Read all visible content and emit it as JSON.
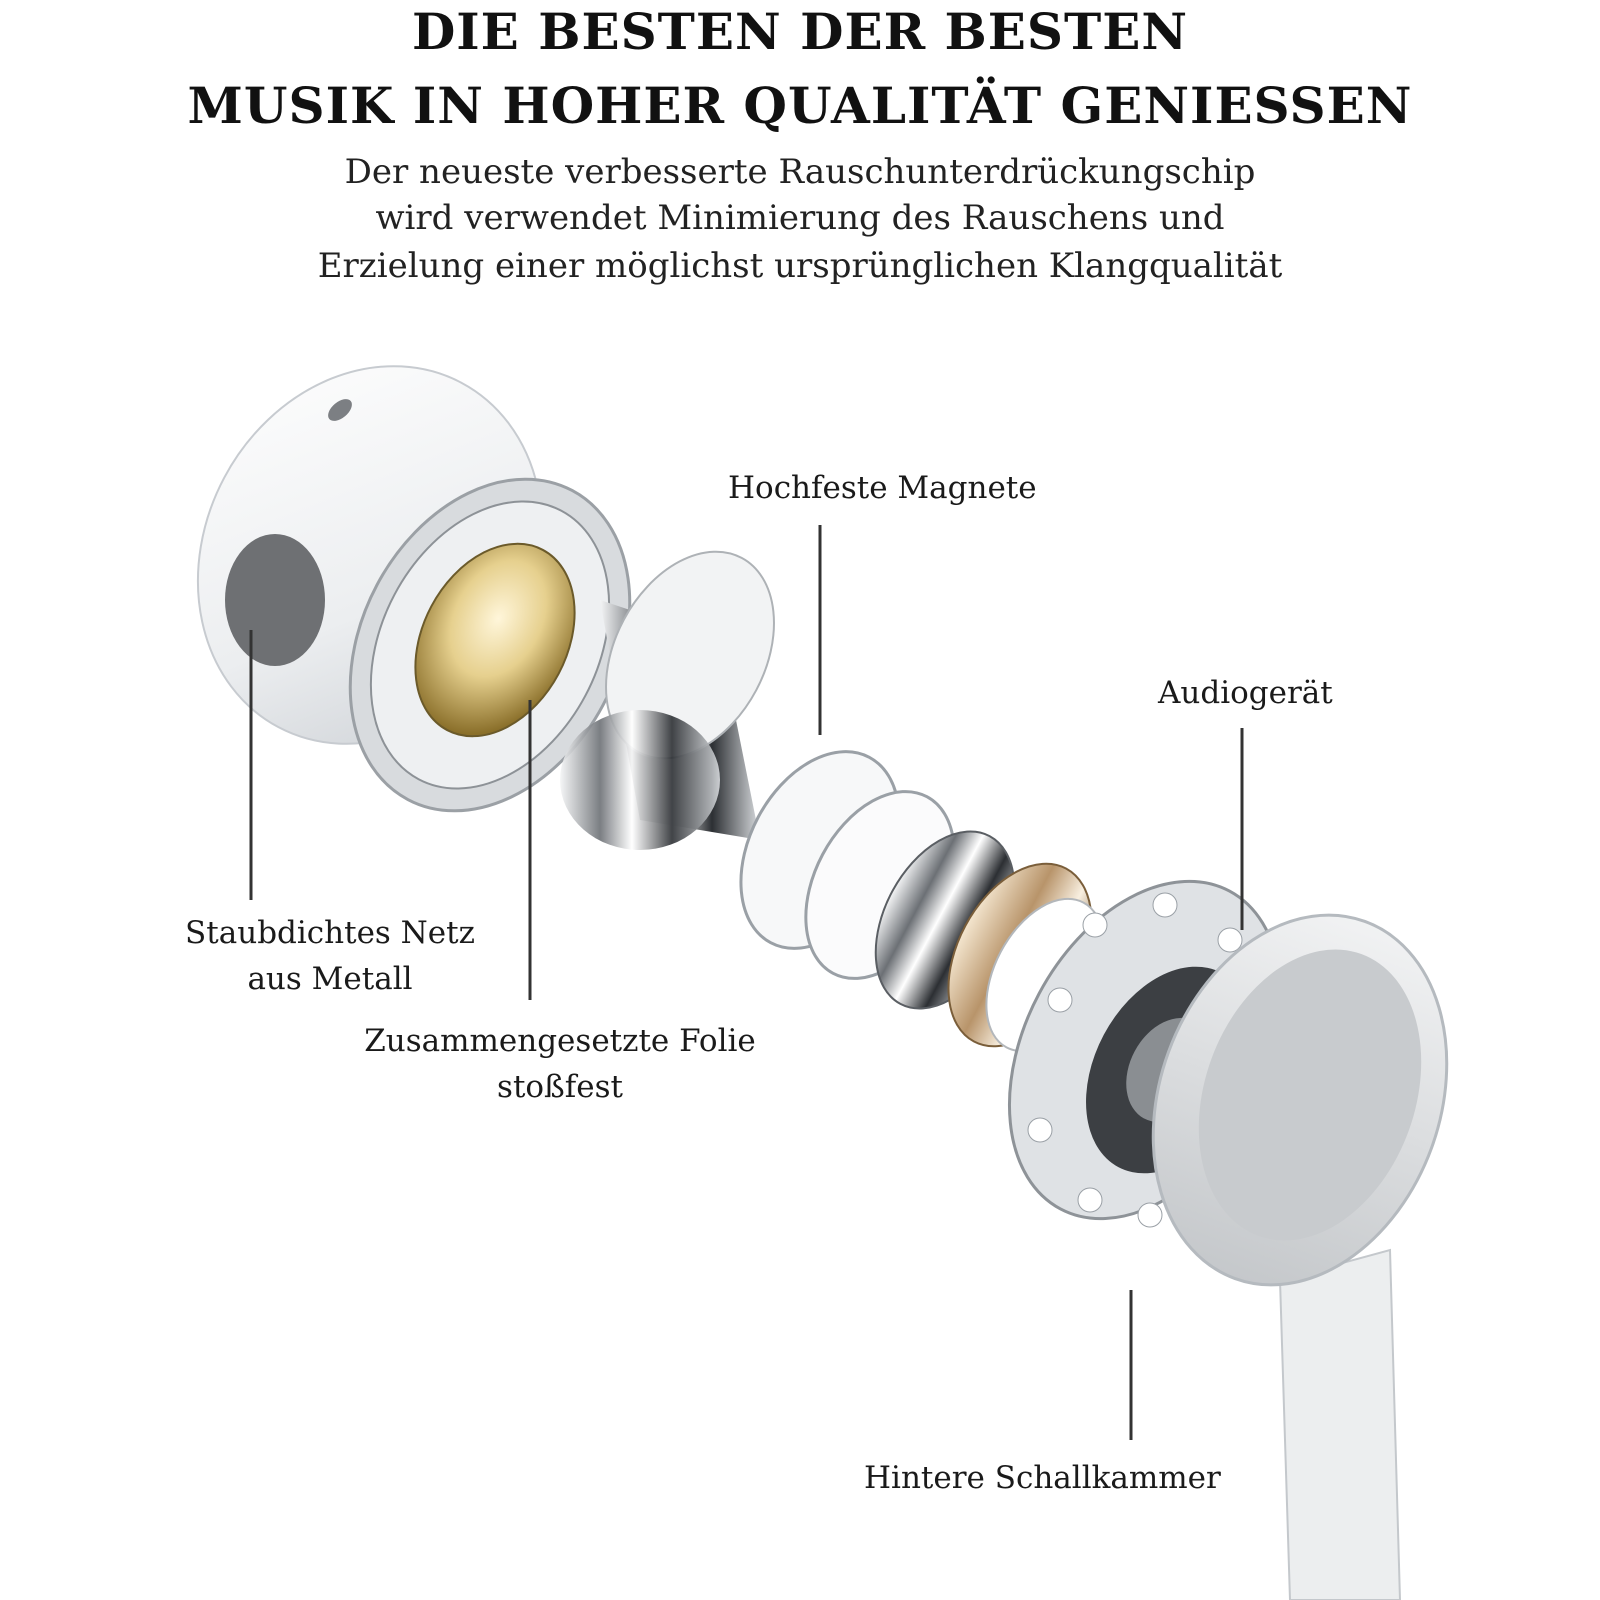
{
  "header": {
    "title_line1": "DIE BESTEN DER BESTEN",
    "title_line2": "MUSIK IN HOHER QUALITÄT GENIESSEN",
    "description": [
      "Der neueste verbesserte Rauschunterdrückungschip",
      "wird verwendet Minimierung des Rauschens und",
      "Erzielung einer möglichst ursprünglichen Klangqualität"
    ]
  },
  "labels": {
    "magnets": "Hochfeste Magnete",
    "audio_device": "Audiogerät",
    "dust_mesh_line1": "Staubdichtes Netz",
    "dust_mesh_line2": "aus Metall",
    "foil_line1": "Zusammengesetzte Folie",
    "foil_line2": "stoßfest",
    "rear_chamber": "Hintere Schallkammer"
  }
}
